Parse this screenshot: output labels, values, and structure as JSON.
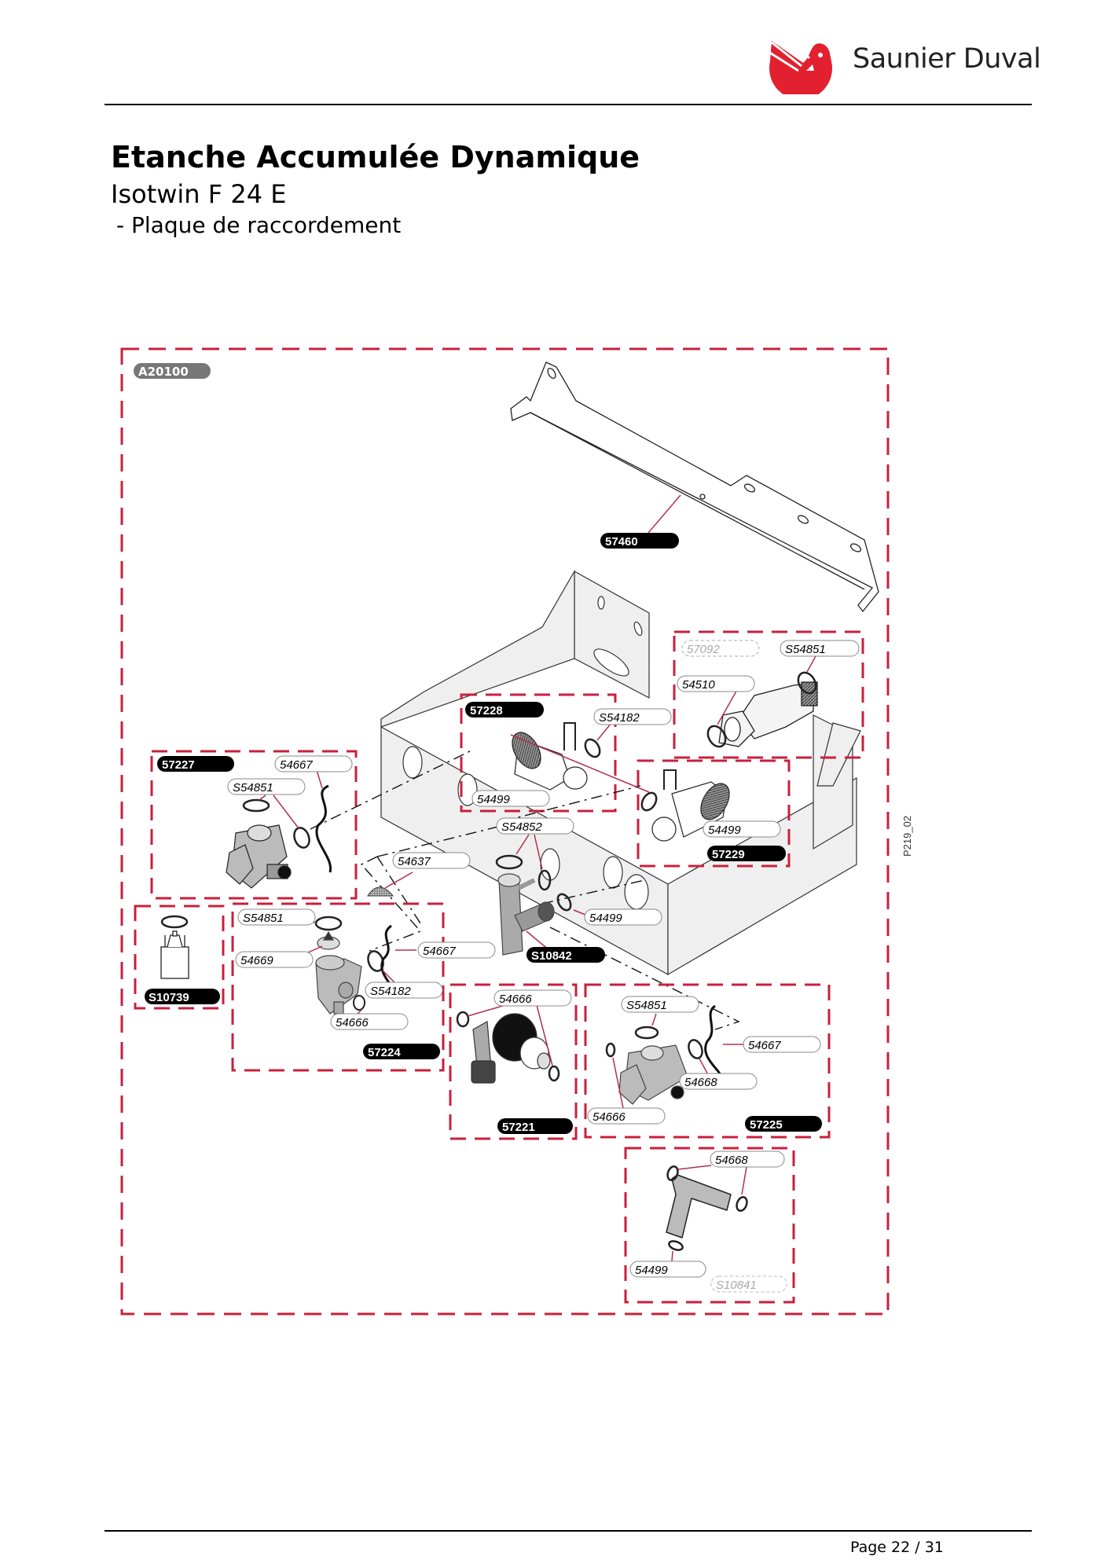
{
  "header": {
    "brand": "Saunier Duval",
    "brand_color": "#e2202f"
  },
  "document": {
    "title": "Etanche Accumulée Dynamique",
    "subtitle": "Isotwin F 24 E",
    "section": "- Plaque de raccordement"
  },
  "diagram": {
    "assembly_ref": "A20100",
    "drawing_ref": "P219_02",
    "frame_color": "#c8203c",
    "leader_color": "#b03050",
    "groups": [
      {
        "id": "57227",
        "labels": [
          "54667",
          "S54851"
        ]
      },
      {
        "id": "57228",
        "labels": [
          "S54182",
          "54499"
        ]
      },
      {
        "id": "57092-group",
        "labels": [
          "57092",
          "S54851",
          "54510"
        ]
      },
      {
        "id": "57229",
        "labels": [
          "54499"
        ]
      },
      {
        "id": "S10739",
        "labels": []
      },
      {
        "id": "57224",
        "labels": [
          "S54851",
          "54669",
          "54667",
          "S54182",
          "54666"
        ]
      },
      {
        "id": "57221",
        "labels": [
          "54666"
        ]
      },
      {
        "id": "57225",
        "labels": [
          "S54851",
          "54667",
          "54668",
          "54666"
        ]
      },
      {
        "id": "S10841-group",
        "labels": [
          "54668",
          "54499",
          "S10841"
        ]
      }
    ],
    "loose_labels": {
      "bracket": "57460",
      "s54852": "S54852",
      "filter": "54637",
      "tee_valve": "S10842",
      "oring_54499": "54499"
    },
    "part_labels": {
      "l57460": "57460",
      "l57092": "57092",
      "l54851a": "S54851",
      "l54510": "54510",
      "l57228": "57228",
      "l54182a": "S54182",
      "l57227": "57227",
      "l54667a": "54667",
      "l54851b": "S54851",
      "l54499a": "54499",
      "l54852": "S54852",
      "l54499b": "54499",
      "l57229": "57229",
      "l54637": "54637",
      "l54851c": "S54851",
      "l54669": "54669",
      "l54667b": "54667",
      "l54499c": "54499",
      "l10842": "S10842",
      "l10739": "S10739",
      "l54182b": "S54182",
      "l54666a": "54666",
      "l57224": "57224",
      "l54666b": "54666",
      "l54851d": "S54851",
      "l54667c": "54667",
      "l54668a": "54668",
      "l54666c": "54666",
      "l57221": "57221",
      "l57225": "57225",
      "l54668b": "54668",
      "l54499d": "54499",
      "l10841": "S10841",
      "lA20100": "A20100",
      "lP219": "P219_02"
    }
  },
  "footer": {
    "page": "Page 22 / 31"
  }
}
